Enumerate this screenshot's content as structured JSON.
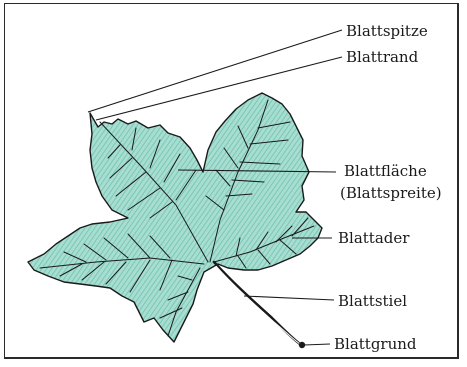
{
  "labels": {
    "tip": "Blattspitze",
    "margin": "Blattrand",
    "blade_line1": "Blattfläche",
    "blade_line2": "(Blattspreite)",
    "vein": "Blattader",
    "stalk": "Blattstiel",
    "base": "Blattgrund"
  },
  "colors": {
    "leaf_fill": "#8fd3c4",
    "ink": "#1a1a1a"
  }
}
